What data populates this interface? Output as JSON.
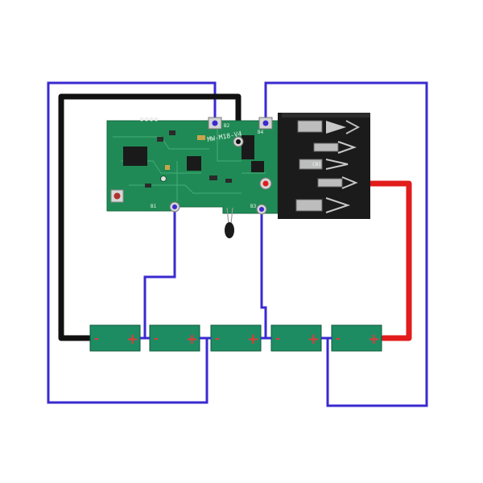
{
  "board": {
    "model_label": "MW-M18-V4",
    "pads": [
      "B1",
      "B2",
      "B3",
      "B4"
    ],
    "pad_labels": {
      "b2": "B2",
      "b4": "B4",
      "b1": "B1",
      "b3": "B3"
    },
    "terminal_label": "CN1"
  },
  "cells": [
    {
      "minus": "-",
      "plus": "+"
    },
    {
      "minus": "-",
      "plus": "+"
    },
    {
      "minus": "-",
      "plus": "+"
    },
    {
      "minus": "-",
      "plus": "+"
    },
    {
      "minus": "-",
      "plus": "+"
    }
  ],
  "colors": {
    "pcb": "#1f8a55",
    "cell": "#1e8c63",
    "cell_text": "#e23a3a",
    "wire_negative": "#111111",
    "wire_positive": "#e21b1b",
    "wire_balance": "#3a2ad0",
    "connector": "#1b1b1b"
  }
}
